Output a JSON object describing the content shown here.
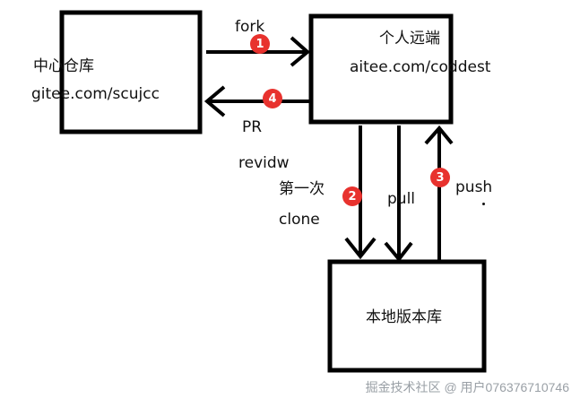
{
  "nodes": {
    "central_repo": {
      "title": "中心仓库",
      "url": "gitee.com/scujcc"
    },
    "personal_remote": {
      "title": "个人远端",
      "url": "aitee.com/coddest"
    },
    "local_repo": {
      "title": "本地版本库"
    }
  },
  "edges": {
    "fork": {
      "label": "fork",
      "step": "1"
    },
    "pr": {
      "label": "PR",
      "label2": "revidw",
      "step": "4"
    },
    "clone": {
      "label": "第一次",
      "label2": "clone",
      "step": "2"
    },
    "pull": {
      "label": "pull"
    },
    "push": {
      "label": "push",
      "step": "3"
    }
  },
  "watermark": "掘金技术社区 @ 用户076376710746",
  "colors": {
    "line": "#000000",
    "badge": "#e8322e",
    "watermark": "#9aa0a6"
  }
}
